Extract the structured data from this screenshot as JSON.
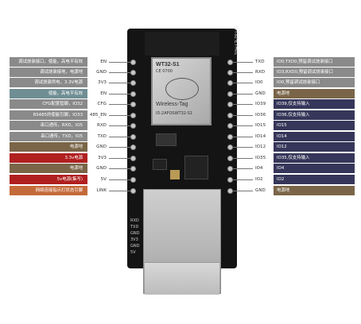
{
  "left_labels": [
    {
      "desc": "调试烧录接口，使能，高电平有效",
      "pin": "EN",
      "color": "#8a8a8a"
    },
    {
      "desc": "调试烧录接地，电源地",
      "pin": "GND",
      "color": "#8a8a8a"
    },
    {
      "desc": "调试烧录供电，3.3V电源",
      "pin": "3V3",
      "color": "#8a8a8a"
    },
    {
      "desc": "使能，高电平有效",
      "pin": "EN",
      "color": "#6f8e94"
    },
    {
      "desc": "CFG配置管脚，IO32",
      "pin": "CFG",
      "color": "#8a8a8a"
    },
    {
      "desc": "RS485的使能引脚，IO33",
      "pin": "485_EN",
      "color": "#8a8a8a"
    },
    {
      "desc": "串口通传，RXD，IO5",
      "pin": "RXD",
      "color": "#8a8a8a"
    },
    {
      "desc": "串口通传，TXD，IO5",
      "pin": "TXD",
      "color": "#8a8a8a"
    },
    {
      "desc": "电源地",
      "pin": "GND",
      "color": "#7a6548"
    },
    {
      "desc": "3.3v电源",
      "pin": "3V3",
      "color": "#b02020"
    },
    {
      "desc": "电源地",
      "pin": "GND",
      "color": "#7a6548"
    },
    {
      "desc": "5v电源(集写)",
      "pin": "5V",
      "color": "#b02020"
    },
    {
      "desc": "网络连接指示灯状态引脚",
      "pin": "LINK",
      "color": "#c46a3a"
    }
  ],
  "right_labels": [
    {
      "pin": "TXD",
      "desc": "IO0,TXD0,预留调试烧录接口",
      "color": "#8a8a8a"
    },
    {
      "pin": "RXD",
      "desc": "IO3,RXD0,预留调试烧录接口",
      "color": "#8a8a8a"
    },
    {
      "pin": "IO0",
      "desc": "IO0,预留调试烧录接口",
      "color": "#8a8a8a"
    },
    {
      "pin": "GND",
      "desc": "电源地",
      "color": "#7a6548"
    },
    {
      "pin": "IO39",
      "desc": "IO39,仅支持输入",
      "color": "#36365a"
    },
    {
      "pin": "IO36",
      "desc": "IO36,仅支持输入",
      "color": "#36365a"
    },
    {
      "pin": "IO15",
      "desc": "IO15",
      "color": "#36365a"
    },
    {
      "pin": "IO14",
      "desc": "IO14",
      "color": "#36365a"
    },
    {
      "pin": "IO12",
      "desc": "IO12",
      "color": "#36365a"
    },
    {
      "pin": "IO35",
      "desc": "IO35,仅支持输入",
      "color": "#36365a"
    },
    {
      "pin": "IO4",
      "desc": "IO4",
      "color": "#36365a"
    },
    {
      "pin": "IO2",
      "desc": "IO2",
      "color": "#36365a"
    },
    {
      "pin": "GND",
      "desc": "电源地",
      "color": "#7a6548"
    }
  ],
  "module": {
    "model": "WT32-S1",
    "cert": "CE 0700",
    "brand": "Wireless-Tag",
    "id": "ID:2AFOSWT32-S1"
  },
  "board_silk": "WT32-ETH01",
  "side_silk": [
    "RXD",
    "TXD",
    "GND",
    "3V3",
    "GND",
    "5V"
  ]
}
